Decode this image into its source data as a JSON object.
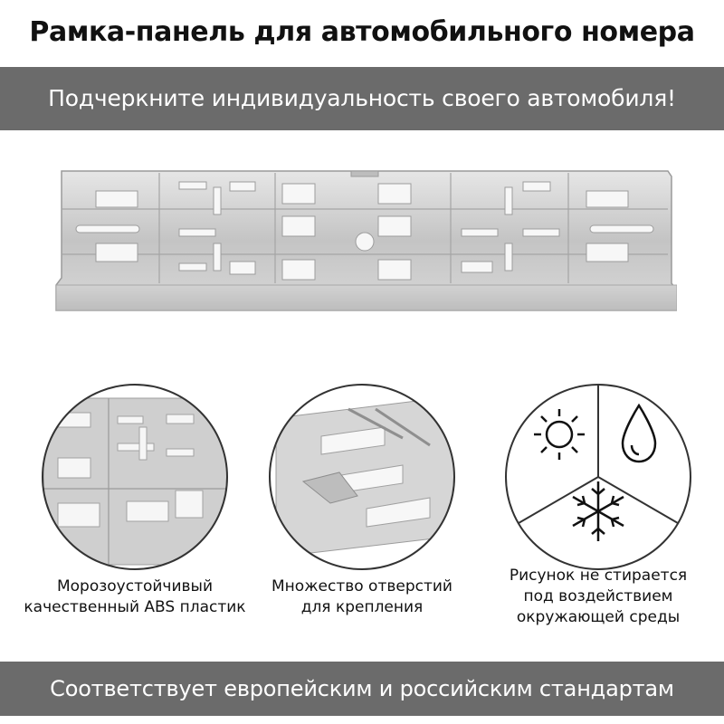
{
  "header": {
    "title": "Рамка-панель для автомобильного номера",
    "subtitle": "Подчеркните индивидуальность своего автомобиля!"
  },
  "features": [
    {
      "icon": "plastic-detail",
      "caption_lines": [
        "Морозоустойчивый",
        "качественный ABS пластик"
      ]
    },
    {
      "icon": "mounting-holes-detail",
      "caption_lines": [
        "Множество отверстий",
        "для крепления"
      ]
    },
    {
      "icon": "weather-resistance",
      "caption_lines": [
        "Рисунок не стирается",
        "под воздействием",
        "окружающей среды"
      ]
    }
  ],
  "footer": {
    "text": "Соответствует европейским и российским стандартам"
  },
  "colors": {
    "band": "#6b6b6b",
    "plate_silver": "#c8c8c8",
    "text": "#111111"
  }
}
